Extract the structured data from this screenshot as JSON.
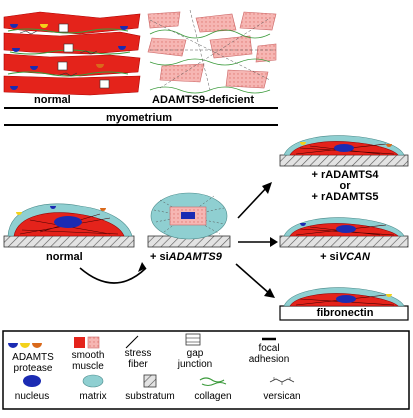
{
  "top_panel": {
    "normal_label": "normal",
    "deficient_label": "ADAMTS9-deficient",
    "section_label": "myometrium"
  },
  "cells": {
    "normal_label": "normal",
    "knockdown_prefix": "+ si",
    "knockdown_gene": "ADAMTS9",
    "rescue1_line1": "+ rADAMTS4",
    "rescue1_line2": "or",
    "rescue1_line3": "+ rADAMTS5",
    "rescue2_prefix": "+ si",
    "rescue2_gene": "VCAN",
    "rescue3_label": "fibronectin"
  },
  "legend": {
    "protease_line1": "ADAMTS",
    "protease_line2": "protease",
    "smooth_line1": "smooth",
    "smooth_line2": "muscle",
    "stress_line1": "stress",
    "stress_line2": "fiber",
    "gap_line1": "gap",
    "gap_line2": "junction",
    "focal_line1": "focal",
    "focal_line2": "adhesion",
    "nucleus": "nucleus",
    "matrix": "matrix",
    "substratum": "substratum",
    "collagen": "collagen",
    "versican": "versican"
  },
  "colors": {
    "muscle_red": "#e4231b",
    "muscle_pink": "#f6b6b3",
    "nucleus_blue": "#1b2bb3",
    "matrix_teal": "#8fcfd1",
    "protease_yellow": "#f3d21a",
    "protease_orange": "#d9691b",
    "collagen_green": "#3a9a3a",
    "substratum_gray": "#d9d9d9"
  }
}
